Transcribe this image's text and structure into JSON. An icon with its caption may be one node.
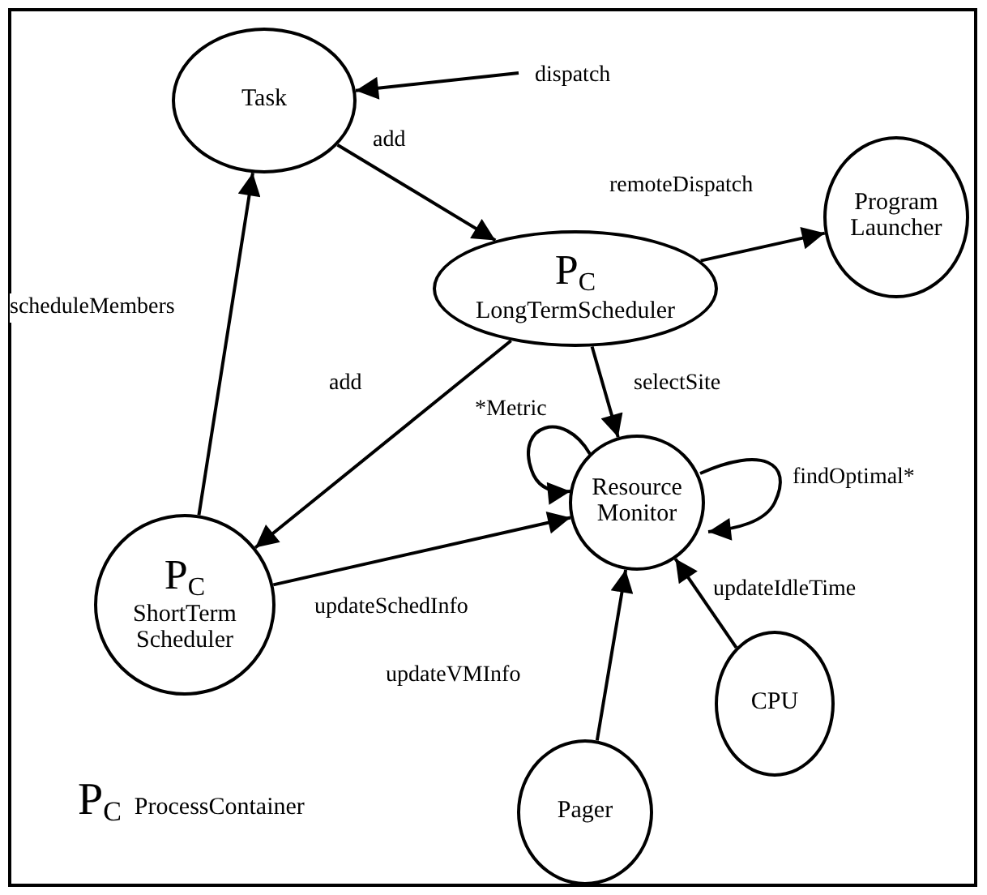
{
  "diagram": {
    "nodes": [
      {
        "text": [
          "Task"
        ]
      },
      {
        "text": [
          "P$_{C}$",
          "LongTermScheduler"
        ]
      },
      {
        "text": [
          "Program Launcher"
        ]
      },
      {
        "text": [
          "Resource Monitor"
        ]
      },
      {
        "text": [
          "P$_{C}$",
          "ShortTerm Scheduler"
        ]
      },
      {
        "text": [
          "CPU"
        ]
      },
      {
        "text": [
          "Pager"
        ]
      }
    ],
    "edges": [
      {
        "from": null,
        "to": 0,
        "arrow": "to",
        "label": "dispatch"
      },
      {
        "from": 0,
        "to": 1,
        "arrow": "to",
        "label": "add"
      },
      {
        "from": 1,
        "to": 2,
        "arrow": "to",
        "label": "remoteDispatch"
      },
      {
        "from": 4,
        "to": 0,
        "arrow": "to",
        "label": "scheduleMembers"
      },
      {
        "from": 1,
        "to": 4,
        "arrow": "to",
        "label": "add"
      },
      {
        "from": 1,
        "to": 3,
        "arrow": "to",
        "label": "selectSite"
      },
      {
        "from": 3,
        "to": 3,
        "arrow": "to",
        "label": "*Metric"
      },
      {
        "from": 3,
        "to": 3,
        "arrow": "to",
        "label": "findOptimal*"
      },
      {
        "from": 4,
        "to": 3,
        "arrow": "to",
        "label": "updateSchedInfo"
      },
      {
        "from": 5,
        "to": 3,
        "arrow": "to",
        "label": "updateIdleTime"
      },
      {
        "from": 6,
        "to": 3,
        "arrow": "to",
        "label": "updateVMInfo"
      }
    ],
    "labels": [
      "P$_{C}$",
      "ProcessContainer"
    ]
  }
}
